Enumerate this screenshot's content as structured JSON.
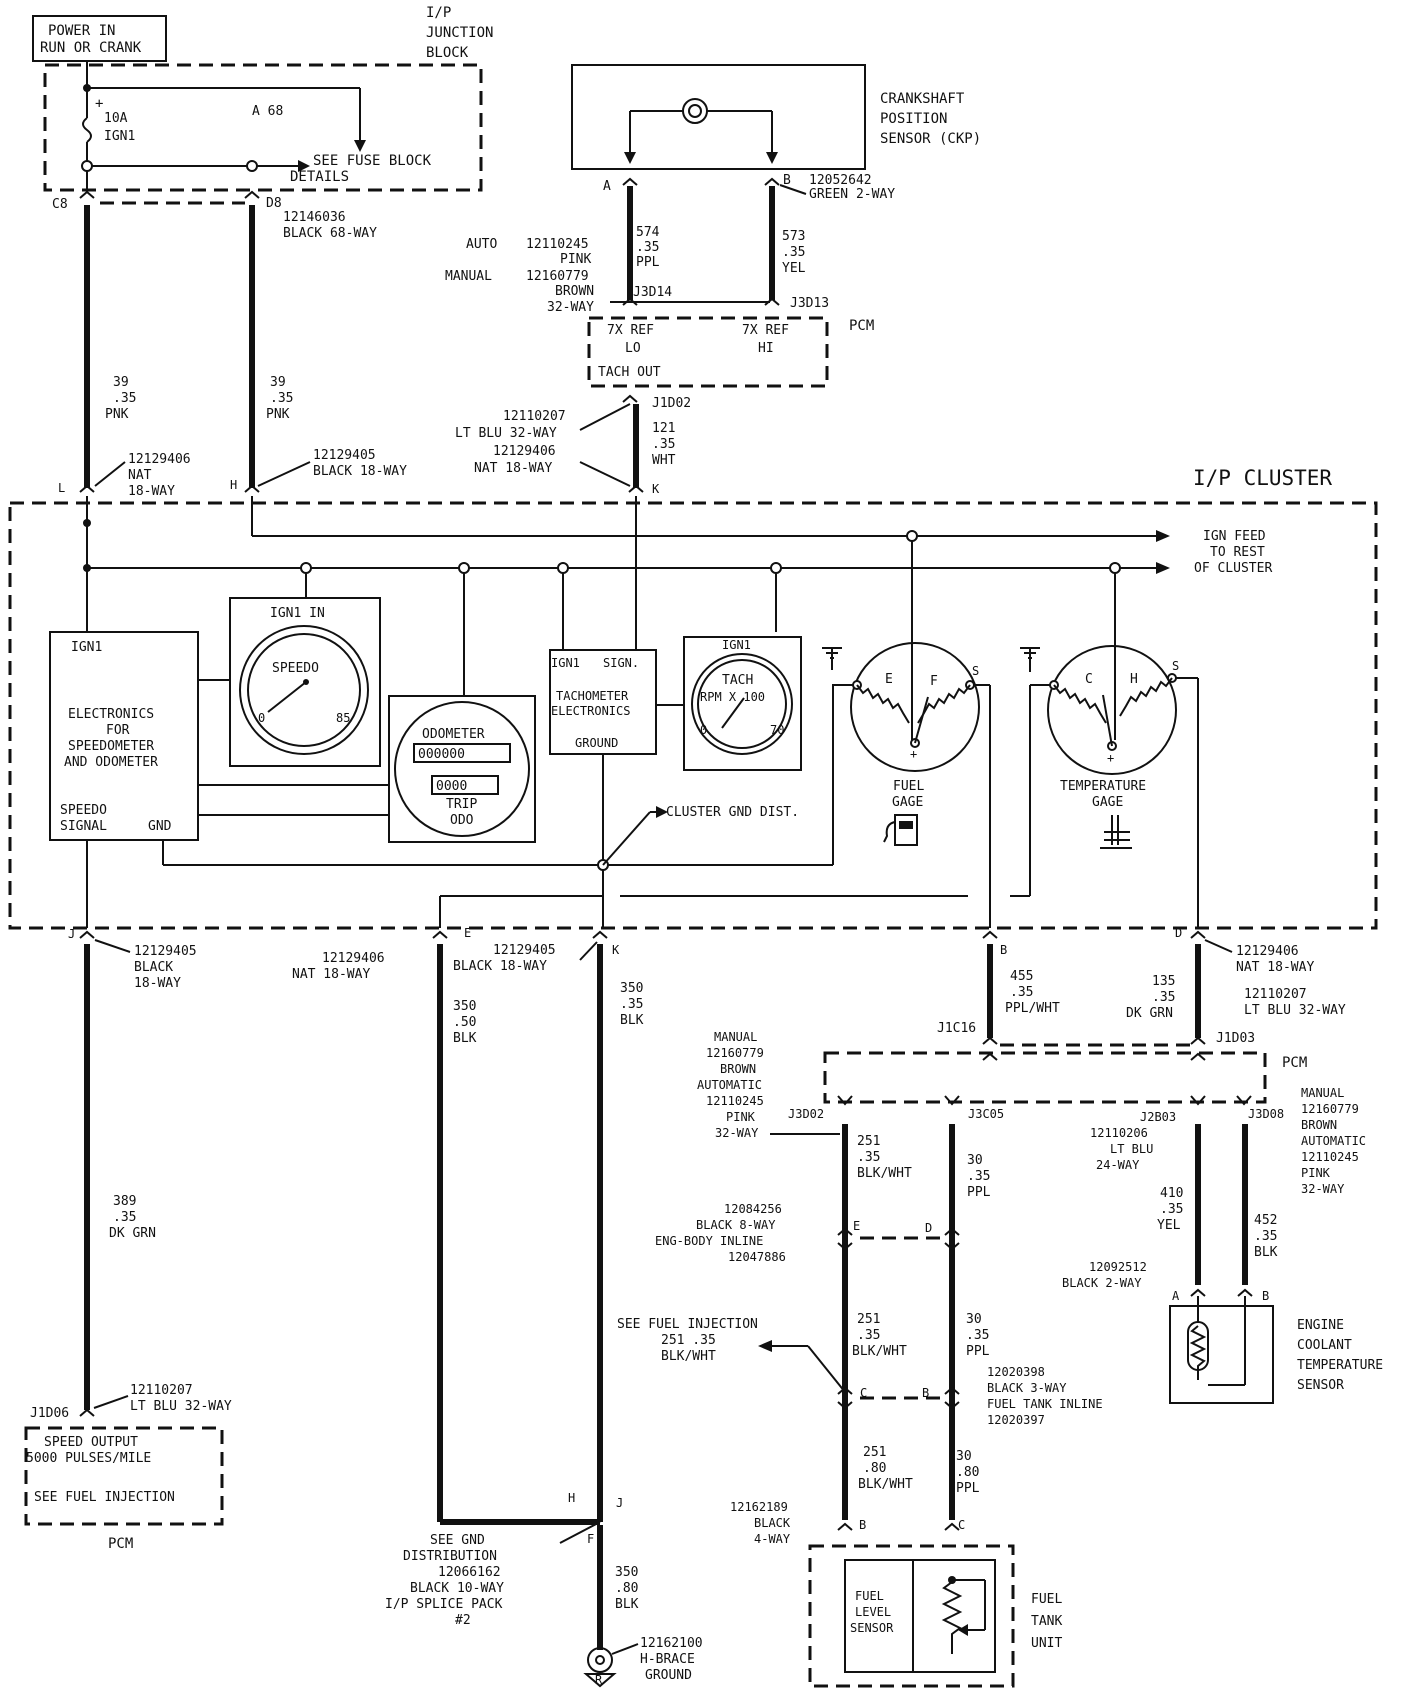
{
  "power": {
    "line1": "POWER IN",
    "line2": "RUN OR CRANK"
  },
  "ip_junction": {
    "line1": "I/P",
    "line2": "JUNCTION",
    "line3": "BLOCK"
  },
  "fuse": {
    "plus": "+",
    "rating": "10A",
    "name": "IGN1",
    "a68": "A 68",
    "see1": "SEE FUSE BLOCK",
    "see2": "DETAILS"
  },
  "conn_top": {
    "c8": "C8",
    "d8": "D8",
    "d8_part": "12146036",
    "d8_desc": "BLACK 68-WAY",
    "l_wire": [
      "39",
      ".35",
      "PNK"
    ],
    "h_wire": [
      "39",
      ".35",
      "PNK"
    ],
    "l_part": "12129406",
    "l_desc1": "NAT",
    "l_desc2": "18-WAY",
    "h_part": "12129405",
    "h_desc": "BLACK 18-WAY",
    "l_pin": "L",
    "h_pin": "H"
  },
  "ckp": {
    "title1": "CRANKSHAFT",
    "title2": "POSITION",
    "title3": "SENSOR (CKP)",
    "pin_a": "A",
    "pin_b": "B",
    "part": "12052642",
    "desc": "GREEN 2-WAY",
    "wire_a": [
      "574",
      ".35",
      "PPL"
    ],
    "wire_b": [
      "573",
      ".35",
      "YEL"
    ],
    "auto": "AUTO",
    "auto_part": "12110245",
    "auto_color": "PINK",
    "manual": "MANUAL",
    "manual_part": "12160779",
    "manual_color": "BROWN",
    "ways": "32-WAY",
    "j3d14": "J3D14",
    "j3d13": "J3D13"
  },
  "pcm_top": {
    "label": "PCM",
    "ref_lo1": "7X REF",
    "ref_lo2": "LO",
    "ref_hi1": "7X REF",
    "ref_hi2": "HI",
    "tach_out": "TACH OUT",
    "j1d02": "J1D02",
    "part1": "12110207",
    "desc1": "LT BLU 32-WAY",
    "part2": "12129406",
    "desc2": "NAT 18-WAY",
    "wire": [
      "121",
      ".35",
      "WHT"
    ],
    "k_pin": "K"
  },
  "cluster": {
    "title": "I/P CLUSTER",
    "ign_feed": [
      "IGN FEED",
      "TO REST",
      "OF CLUSTER"
    ],
    "electronics": {
      "ign": "IGN1",
      "line1": "ELECTRONICS",
      "line2": "FOR",
      "line3": "SPEEDOMETER",
      "line4": "AND ODOMETER",
      "sig1": "SPEEDO",
      "sig2": "SIGNAL",
      "gnd": "GND"
    },
    "speedo": {
      "title": "IGN1 IN",
      "label": "SPEEDO",
      "min": "0",
      "max": "85"
    },
    "odometer": {
      "label": "ODOMETER",
      "digits": "000000",
      "trip_digits": "0000",
      "trip1": "TRIP",
      "trip2": "ODO"
    },
    "tach_elec": {
      "ign": "IGN1",
      "sign": "SIGN.",
      "line1": "TACHOMETER",
      "line2": "ELECTRONICS",
      "ground": "GROUND"
    },
    "tach": {
      "ign": "IGN1",
      "label": "TACH",
      "rpm": "RPM X 100",
      "min": "0",
      "max": "70"
    },
    "fuel_gage": {
      "e": "E",
      "f": "F",
      "s": "S",
      "plus": "+",
      "line1": "FUEL",
      "line2": "GAGE"
    },
    "temp_gage": {
      "c": "C",
      "h": "H",
      "s": "S",
      "plus": "+",
      "line1": "TEMPERATURE",
      "line2": "GAGE"
    },
    "gnd_dist": "CLUSTER GND DIST."
  },
  "bottom": {
    "j_pin": "J",
    "j_part": "12129405",
    "j_desc1": "BLACK",
    "j_desc2": "18-WAY",
    "speed_wire": [
      "389",
      ".35",
      "DK GRN"
    ],
    "j1d06": "J1D06",
    "j1d06_part": "12110207",
    "j1d06_desc": "LT BLU 32-WAY",
    "pcm_speed1": "SPEED OUTPUT",
    "pcm_speed2": "5000 PULSES/MILE",
    "pcm_speed3": "SEE FUEL INJECTION",
    "pcm_label": "PCM",
    "e_pin": "E",
    "e_part": "12129406",
    "e_desc": "NAT 18-WAY",
    "k_pin": "K",
    "k_part": "12129405",
    "k_desc": "BLACK 18-WAY",
    "e_wire": [
      "350",
      ".50",
      "BLK"
    ],
    "k_wire": [
      "350",
      ".35",
      "BLK"
    ],
    "splice_h": "H",
    "splice_j": "J",
    "splice_f": "F",
    "gnd1": "SEE GND",
    "gnd2": "DISTRIBUTION",
    "gnd3": "12066162",
    "gnd4": "BLACK 10-WAY",
    "gnd5": "I/P SPLICE PACK",
    "gnd6": "#2",
    "gnd_wire": [
      "350",
      ".80",
      "BLK"
    ],
    "hbrace_part": "12162100",
    "hbrace1": "H-BRACE",
    "hbrace2": "GROUND",
    "ground_sym": "R"
  },
  "right_bottom": {
    "b_pin": "B",
    "d_pin": "D",
    "fuel_wire": [
      "455",
      ".35",
      "PPL/WHT"
    ],
    "temp_wire": [
      "135",
      ".35",
      "DK GRN"
    ],
    "d_part": "12129406",
    "d_desc": "NAT 18-WAY",
    "j1d03_part": "12110207",
    "j1d03_desc": "LT BLU 32-WAY",
    "j1c16": "J1C16",
    "j1d03": "J1D03",
    "pcm": "PCM",
    "left_conn": [
      "MANUAL",
      "12160779",
      "BROWN",
      "AUTOMATIC",
      "12110245",
      "PINK",
      "32-WAY"
    ],
    "right_conn": [
      "MANUAL",
      "12160779",
      "BROWN",
      "AUTOMATIC",
      "12110245",
      "PINK",
      "32-WAY"
    ],
    "j3d02": "J3D02",
    "j3c05": "J3C05",
    "j2b03": "J2B03",
    "j3d08": "J3D08",
    "j2b03_part": "12110206",
    "j2b03_desc1": "LT BLU",
    "j2b03_desc2": "24-WAY",
    "w251a": [
      "251",
      ".35",
      "BLK/WHT"
    ],
    "w30a": [
      "30",
      ".35",
      "PPL"
    ],
    "inline1_part": "12084256",
    "inline1_desc": "BLACK 8-WAY",
    "inline1_name": "ENG-BODY INLINE",
    "inline1_part2": "12047886",
    "e_pin": "E",
    "d_pin2": "D",
    "w251b": [
      "251",
      ".35",
      "BLK/WHT"
    ],
    "w30b": [
      "30",
      ".35",
      "PPL"
    ],
    "see_fi1": "SEE FUEL INJECTION",
    "see_fi2": "251  .35",
    "see_fi3": "BLK/WHT",
    "inline2_part": "12020398",
    "inline2_desc": "BLACK 3-WAY",
    "inline2_name": "FUEL TANK INLINE",
    "inline2_part2": "12020397",
    "c_pin": "C",
    "b_pin2": "B",
    "w251c": [
      "251",
      ".80",
      "BLK/WHT"
    ],
    "w30c": [
      "30",
      ".80",
      "PPL"
    ],
    "ftu_part": "12162189",
    "ftu_desc1": "BLACK",
    "ftu_desc2": "4-WAY",
    "b_pin3": "B",
    "c_pin3": "C",
    "fls1": "FUEL",
    "fls2": "LEVEL",
    "fls3": "SENSOR",
    "ftu1": "FUEL",
    "ftu2": "TANK",
    "ftu3": "UNIT",
    "w410": [
      "410",
      ".35",
      "YEL"
    ],
    "w452": [
      "452",
      ".35",
      "BLK"
    ],
    "ect_part": "12092512",
    "ect_desc": "BLACK 2-WAY",
    "a_pin": "A",
    "b_pin4": "B",
    "ect1": "ENGINE",
    "ect2": "COOLANT",
    "ect3": "TEMPERATURE",
    "ect4": "SENSOR"
  }
}
